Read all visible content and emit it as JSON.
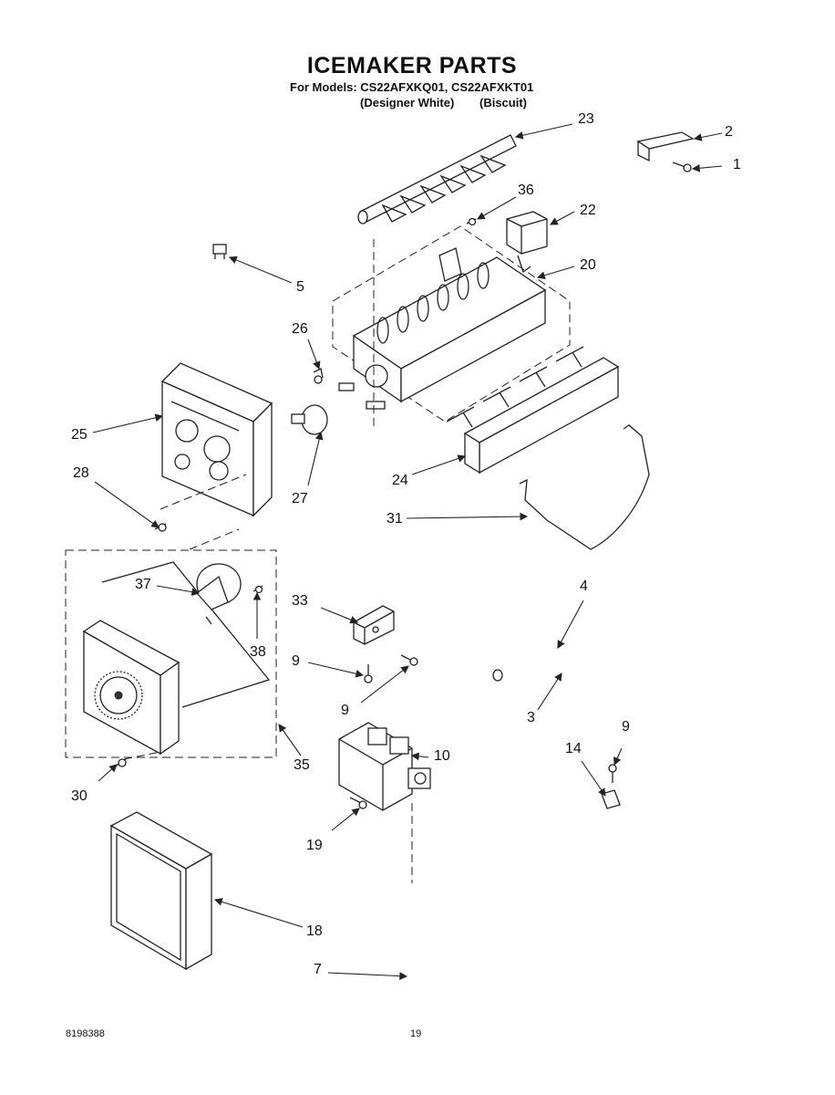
{
  "header": {
    "title": "ICEMAKER PARTS",
    "subtitle": "For Models: CS22AFXKQ01, CS22AFXKT01",
    "variant_1": "(Designer White)",
    "variant_2": "(Biscuit)"
  },
  "callouts": {
    "c1": "1",
    "c2": "2",
    "c3": "3",
    "c4": "4",
    "c5": "5",
    "c7": "7",
    "c9a": "9",
    "c9b": "9",
    "c9c": "9",
    "c10": "10",
    "c14": "14",
    "c18": "18",
    "c19": "19",
    "c20": "20",
    "c22": "22",
    "c23": "23",
    "c24": "24",
    "c25": "25",
    "c26": "26",
    "c27": "27",
    "c28": "28",
    "c30": "30",
    "c31": "31",
    "c33": "33",
    "c35": "35",
    "c36": "36",
    "c37": "37",
    "c38": "38"
  },
  "footer": {
    "part_number": "8198388",
    "page_number": "19"
  }
}
